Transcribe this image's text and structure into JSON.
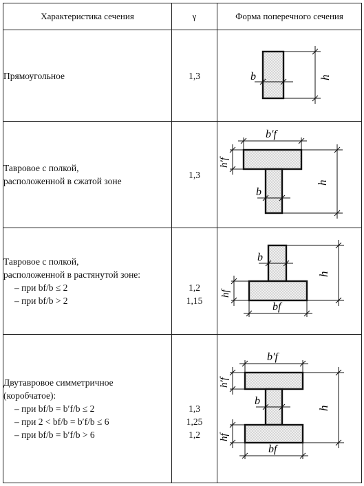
{
  "headers": {
    "characteristic": "Характеристика сечения",
    "gamma": "γ",
    "shape": "Форма поперечного сечения"
  },
  "rows": [
    {
      "title": "Прямоугольное",
      "gamma": "1,3",
      "labels": {
        "b": "b",
        "h": "h"
      }
    },
    {
      "title_1": "Тавровое с полкой,",
      "title_2": "расположенной в сжатой зоне",
      "gamma": "1,3",
      "labels": {
        "bf_prime": "b′f",
        "hf_prime": "h′f",
        "b": "b",
        "h": "h"
      }
    },
    {
      "title_1": "Тавровое с полкой,",
      "title_2": "расположенной в растянутой зоне:",
      "cases": [
        {
          "text": "– при bf/b ≤ 2",
          "gamma": "1,2"
        },
        {
          "text": "– при bf/b > 2",
          "gamma": "1,15"
        }
      ],
      "labels": {
        "b": "b",
        "h": "h",
        "hf": "hf",
        "bf": "bf"
      }
    },
    {
      "title_1": "Двутавровое симметричное",
      "title_2": "(коробчатое):",
      "cases": [
        {
          "text": "– при bf/b = b′f/b ≤ 2",
          "gamma": "1,3"
        },
        {
          "text": "– при 2 < bf/b = b′f/b ≤ 6",
          "gamma": "1,25"
        },
        {
          "text": "– при bf/b = b′f/b > 6",
          "gamma": "1,2"
        }
      ],
      "labels": {
        "bf_prime": "b′f",
        "hf_prime": "h′f",
        "b": "b",
        "h": "h",
        "hf": "hf",
        "bf": "bf"
      }
    }
  ],
  "colors": {
    "section_fill": "#e8e8e8",
    "line": "#111111"
  }
}
